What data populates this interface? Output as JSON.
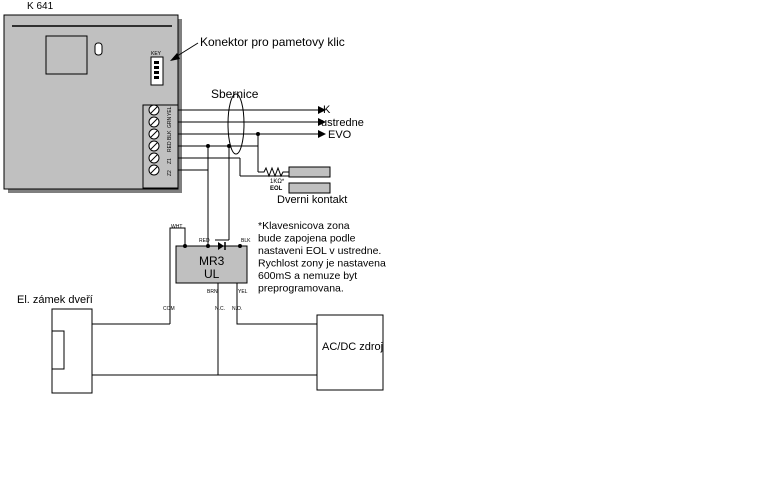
{
  "keypad": {
    "title": "K 641",
    "key_label": "KEY",
    "terminals": [
      "YEL",
      "GRN",
      "BLK",
      "RED",
      "Z1",
      "Z2"
    ]
  },
  "labels": {
    "connector": "Konektor pro pametovy klic",
    "bus": "Sbernice",
    "arrow1": "K",
    "arrow2": "ustredne",
    "arrow3": "EVO",
    "resistor": "1KΩ*",
    "eol": "EOL",
    "door_contact": "Dverni kontakt",
    "door_lock": "El. zámek dveří",
    "power": "AC/DC zdroj"
  },
  "relay": {
    "line1": "MR3",
    "line2": "UL",
    "wht": "WHT",
    "red": "RED",
    "blk": "BLK",
    "brn": "BRN",
    "yel": "YEL",
    "com": "COM",
    "nc": "N.C.",
    "no": "N.O."
  },
  "note": [
    "*Klavesnicova zona",
    "bude zapojena podle",
    "nastaveni EOL v ustredne.",
    "Rychlost zony je nastavena",
    "600mS a nemuze byt",
    "preprogramovana."
  ]
}
